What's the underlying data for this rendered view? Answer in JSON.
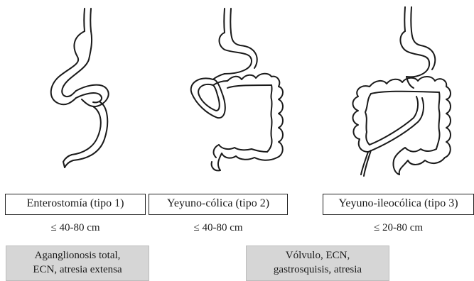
{
  "types": [
    {
      "label": "Enterostomía (tipo 1)",
      "length": "≤ 40-80 cm",
      "icon": "enterostomy-diagram"
    },
    {
      "label": "Yeyuno-cólica (tipo 2)",
      "length": "≤ 40-80 cm",
      "icon": "jejunocolic-diagram"
    },
    {
      "label": "Yeyuno-ileocólica (tipo 3)",
      "length": "≤ 20-80 cm",
      "icon": "jejunoileocolic-diagram"
    }
  ],
  "causes": [
    {
      "lines": [
        "Aganglionosis total,",
        "ECN, atresia extensa"
      ]
    },
    {
      "lines": [
        "Vólvulo, ECN,",
        "gastrosquisis, atresia"
      ]
    }
  ],
  "colors": {
    "stroke": "#1a1a1a",
    "cause_bg": "#d6d6d6",
    "border": "#222222"
  }
}
